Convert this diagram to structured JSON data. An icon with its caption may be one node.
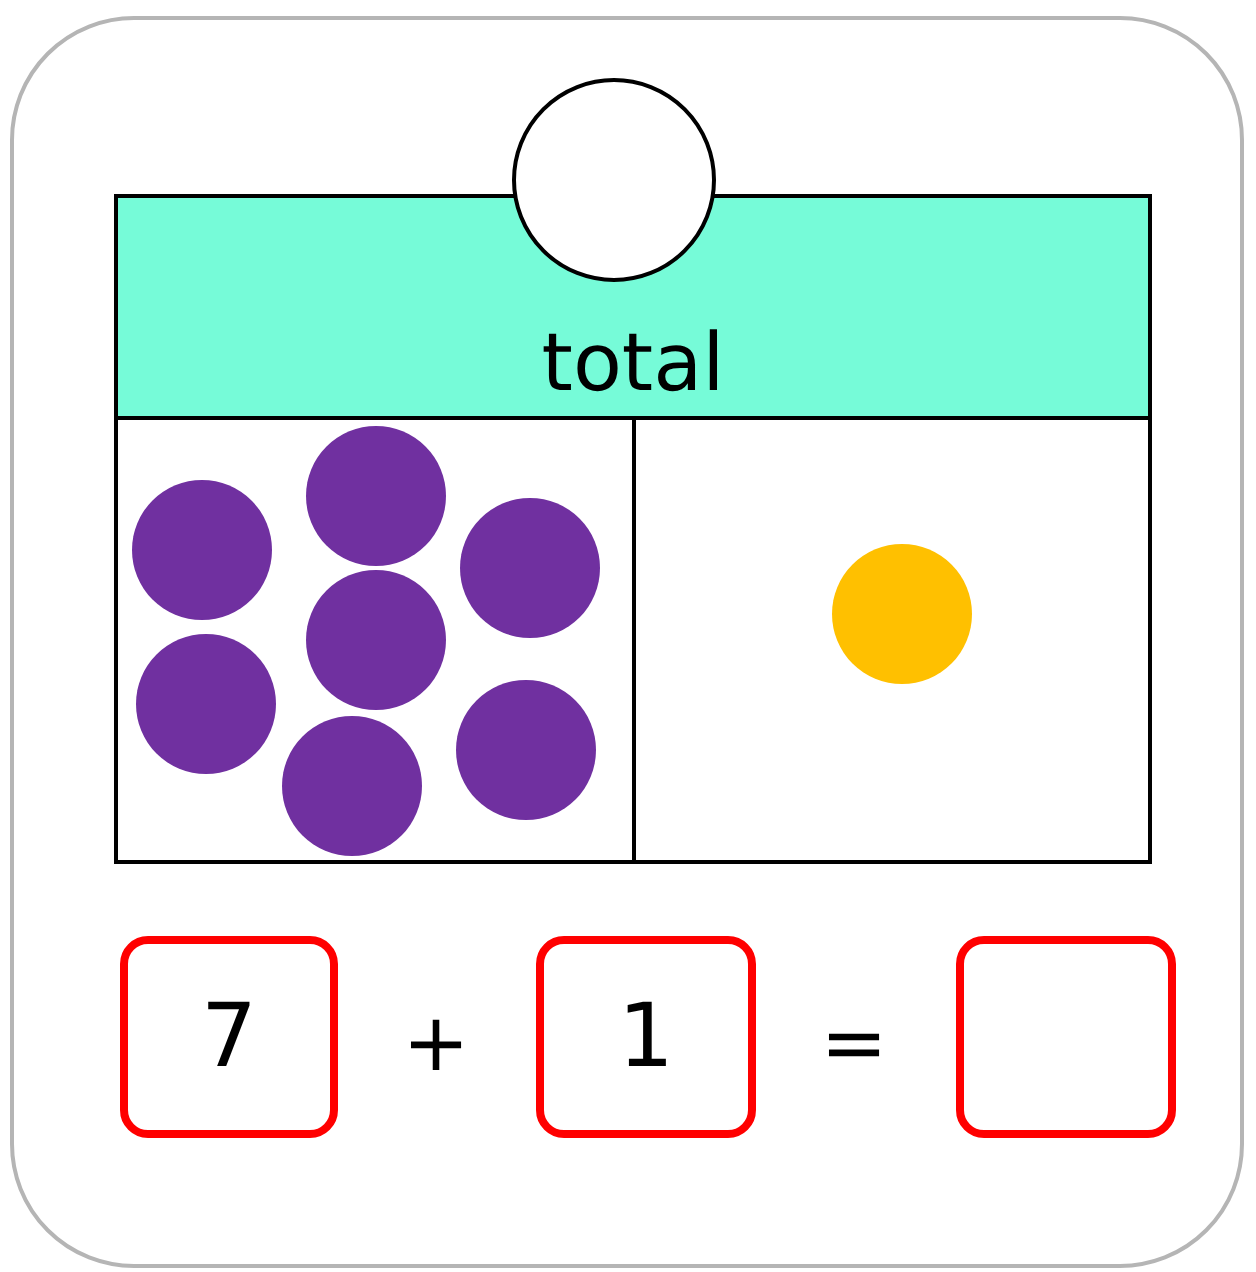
{
  "diagram": {
    "nodes": [
      {
        "text": [
          "total"
        ]
      },
      {
        "text": [],
        "shape": "circle"
      },
      {
        "text": [],
        "shape": "box"
      },
      {
        "text": [],
        "shape": "box"
      },
      {
        "text": [
          "7"
        ]
      },
      {
        "text": [
          "1"
        ]
      },
      {
        "text": [],
        "shape": "box"
      }
    ],
    "labels": [
      "+",
      "="
    ]
  }
}
